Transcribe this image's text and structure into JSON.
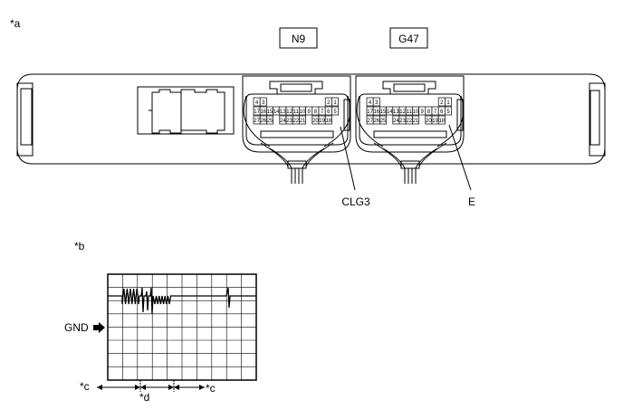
{
  "labels": {
    "a": "*a",
    "b": "*b",
    "c": "*c",
    "d": "*d",
    "gnd": "GND"
  },
  "connectors": [
    {
      "name": "N9",
      "callout": "CLG3",
      "rows": [
        [
          "4",
          "3",
          "",
          "",
          "",
          "",
          "",
          "",
          "",
          "",
          "",
          "2",
          "1"
        ],
        [
          "17",
          "16",
          "15",
          "14",
          "13",
          "12",
          "11",
          "10",
          "9",
          "8",
          "7",
          "6",
          "5"
        ],
        [
          "27",
          "26",
          "25",
          "",
          "24",
          "23",
          "22",
          "21",
          "",
          "20",
          "19",
          "18"
        ]
      ]
    },
    {
      "name": "G47",
      "callout": "E",
      "rows": [
        [
          "4",
          "3",
          "",
          "",
          "",
          "",
          "",
          "",
          "",
          "",
          "",
          "2",
          "1"
        ],
        [
          "17",
          "16",
          "15",
          "14",
          "13",
          "12",
          "11",
          "10",
          "9",
          "8",
          "7",
          "6",
          "5"
        ],
        [
          "27",
          "26",
          "25",
          "",
          "24",
          "23",
          "22",
          "21",
          "",
          "20",
          "19",
          "18"
        ]
      ]
    }
  ],
  "colors": {
    "line": "#000000",
    "background": "#ffffff"
  }
}
